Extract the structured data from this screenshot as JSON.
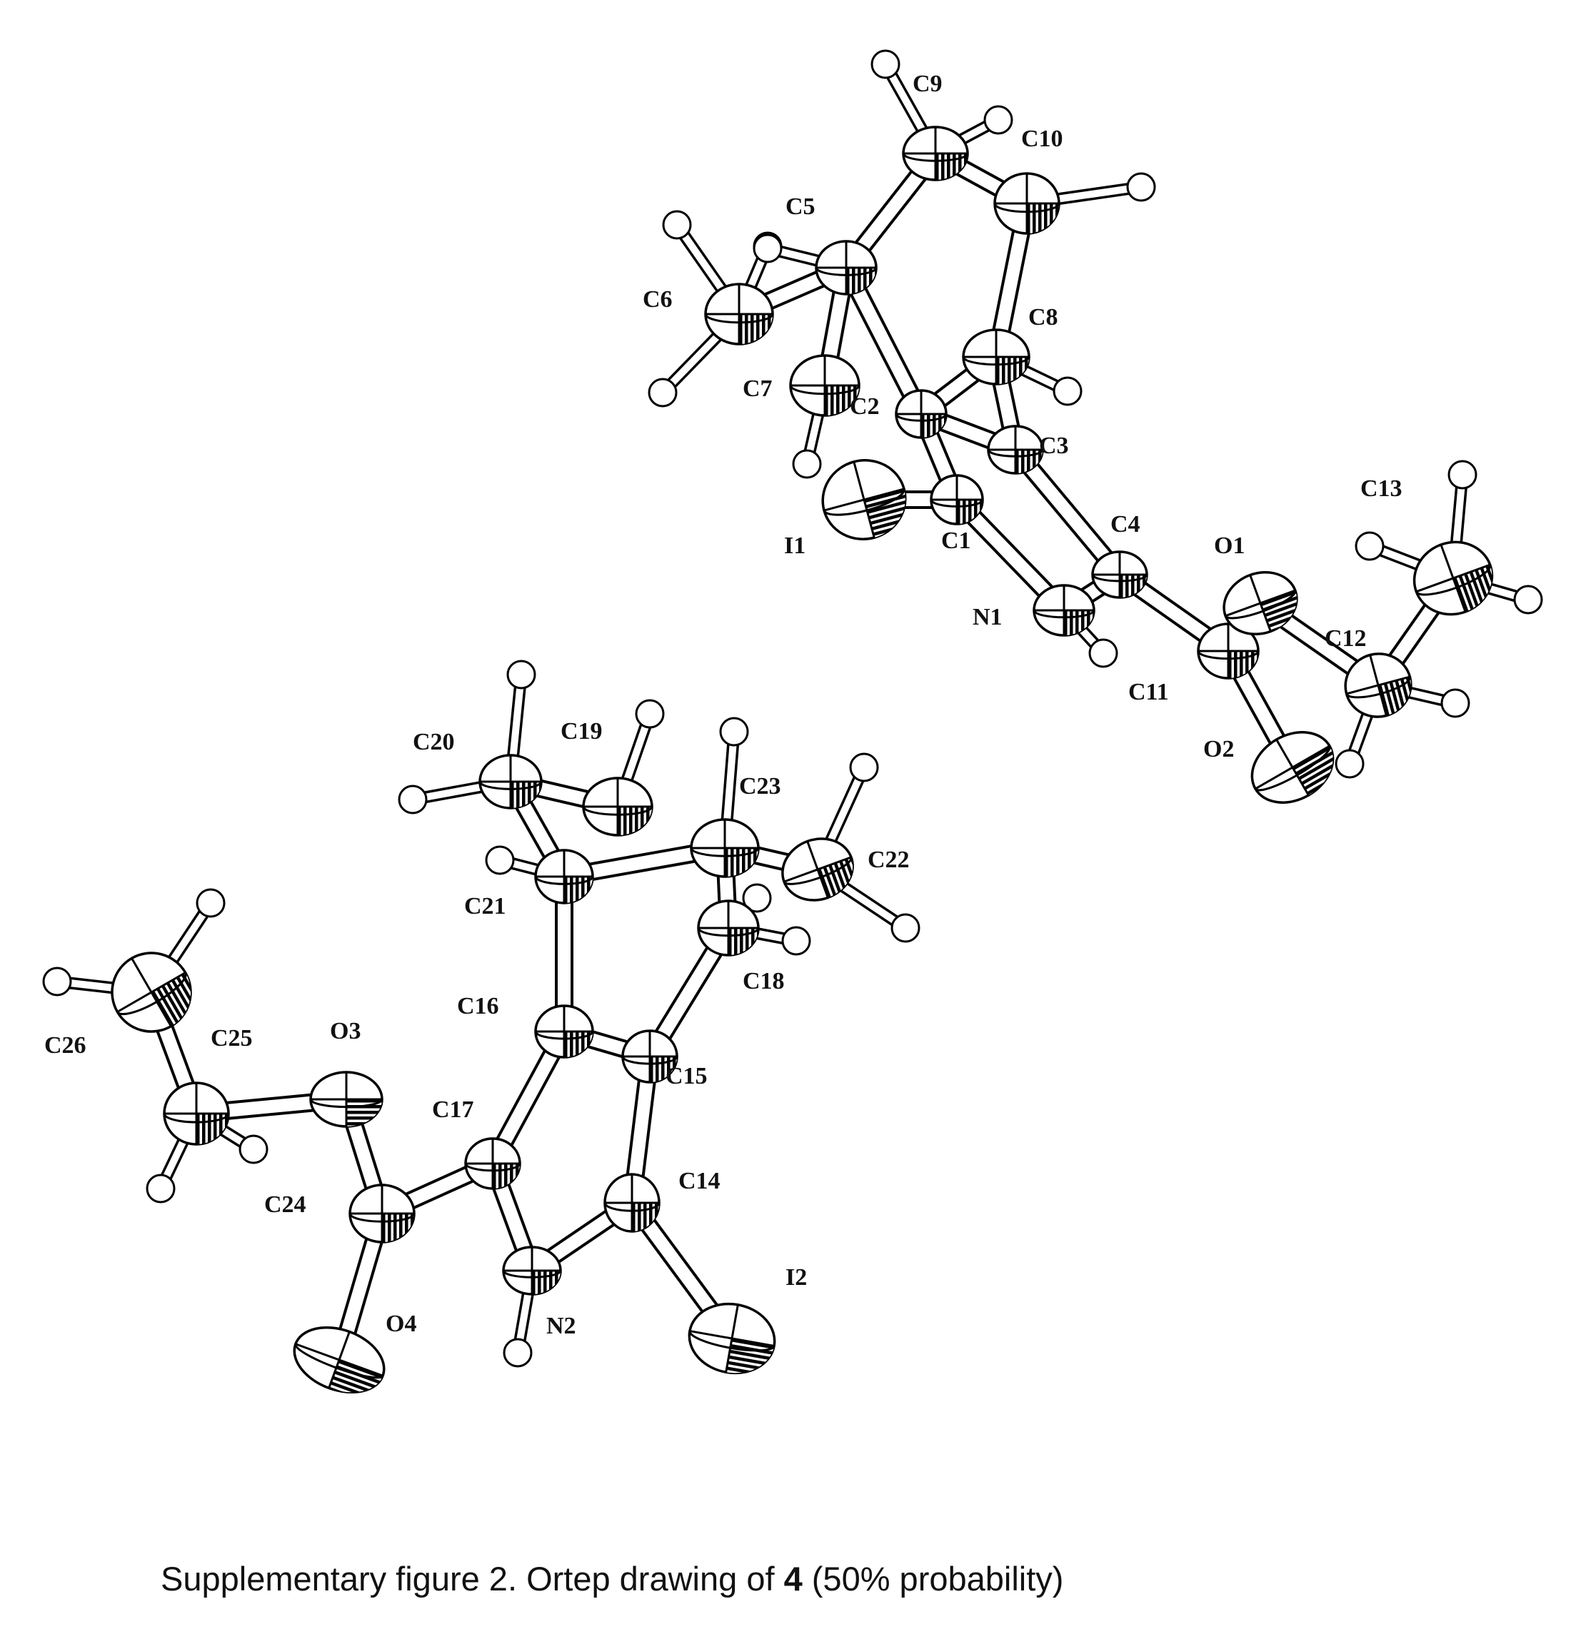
{
  "caption": {
    "prefix": "Supplementary figure 2.   Ortep drawing of ",
    "compound": "4",
    "suffix": " (50% probability)"
  },
  "molecules": [
    {
      "atoms": [
        {
          "id": "C1",
          "label": "C1"
        },
        {
          "id": "C2",
          "label": "C2"
        },
        {
          "id": "C3",
          "label": "C3"
        },
        {
          "id": "C4",
          "label": "C4"
        },
        {
          "id": "C5",
          "label": "C5"
        },
        {
          "id": "C6",
          "label": "C6"
        },
        {
          "id": "C7",
          "label": "C7"
        },
        {
          "id": "C8",
          "label": "C8"
        },
        {
          "id": "C9",
          "label": "C9"
        },
        {
          "id": "C10",
          "label": "C10"
        },
        {
          "id": "C11",
          "label": "C11"
        },
        {
          "id": "C12",
          "label": "C12"
        },
        {
          "id": "C13",
          "label": "C13"
        },
        {
          "id": "N1",
          "label": "N1"
        },
        {
          "id": "O1",
          "label": "O1"
        },
        {
          "id": "O2",
          "label": "O2"
        },
        {
          "id": "I1",
          "label": "I1"
        }
      ]
    },
    {
      "atoms": [
        {
          "id": "C14",
          "label": "C14"
        },
        {
          "id": "C15",
          "label": "C15"
        },
        {
          "id": "C16",
          "label": "C16"
        },
        {
          "id": "C17",
          "label": "C17"
        },
        {
          "id": "C18",
          "label": "C18"
        },
        {
          "id": "C19",
          "label": "C19"
        },
        {
          "id": "C20",
          "label": "C20"
        },
        {
          "id": "C21",
          "label": "C21"
        },
        {
          "id": "C22",
          "label": "C22"
        },
        {
          "id": "C23",
          "label": "C23"
        },
        {
          "id": "C24",
          "label": "C24"
        },
        {
          "id": "C25",
          "label": "C25"
        },
        {
          "id": "C26",
          "label": "C26"
        },
        {
          "id": "N2",
          "label": "N2"
        },
        {
          "id": "O3",
          "label": "O3"
        },
        {
          "id": "O4",
          "label": "O4"
        },
        {
          "id": "I2",
          "label": "I2"
        }
      ]
    }
  ]
}
